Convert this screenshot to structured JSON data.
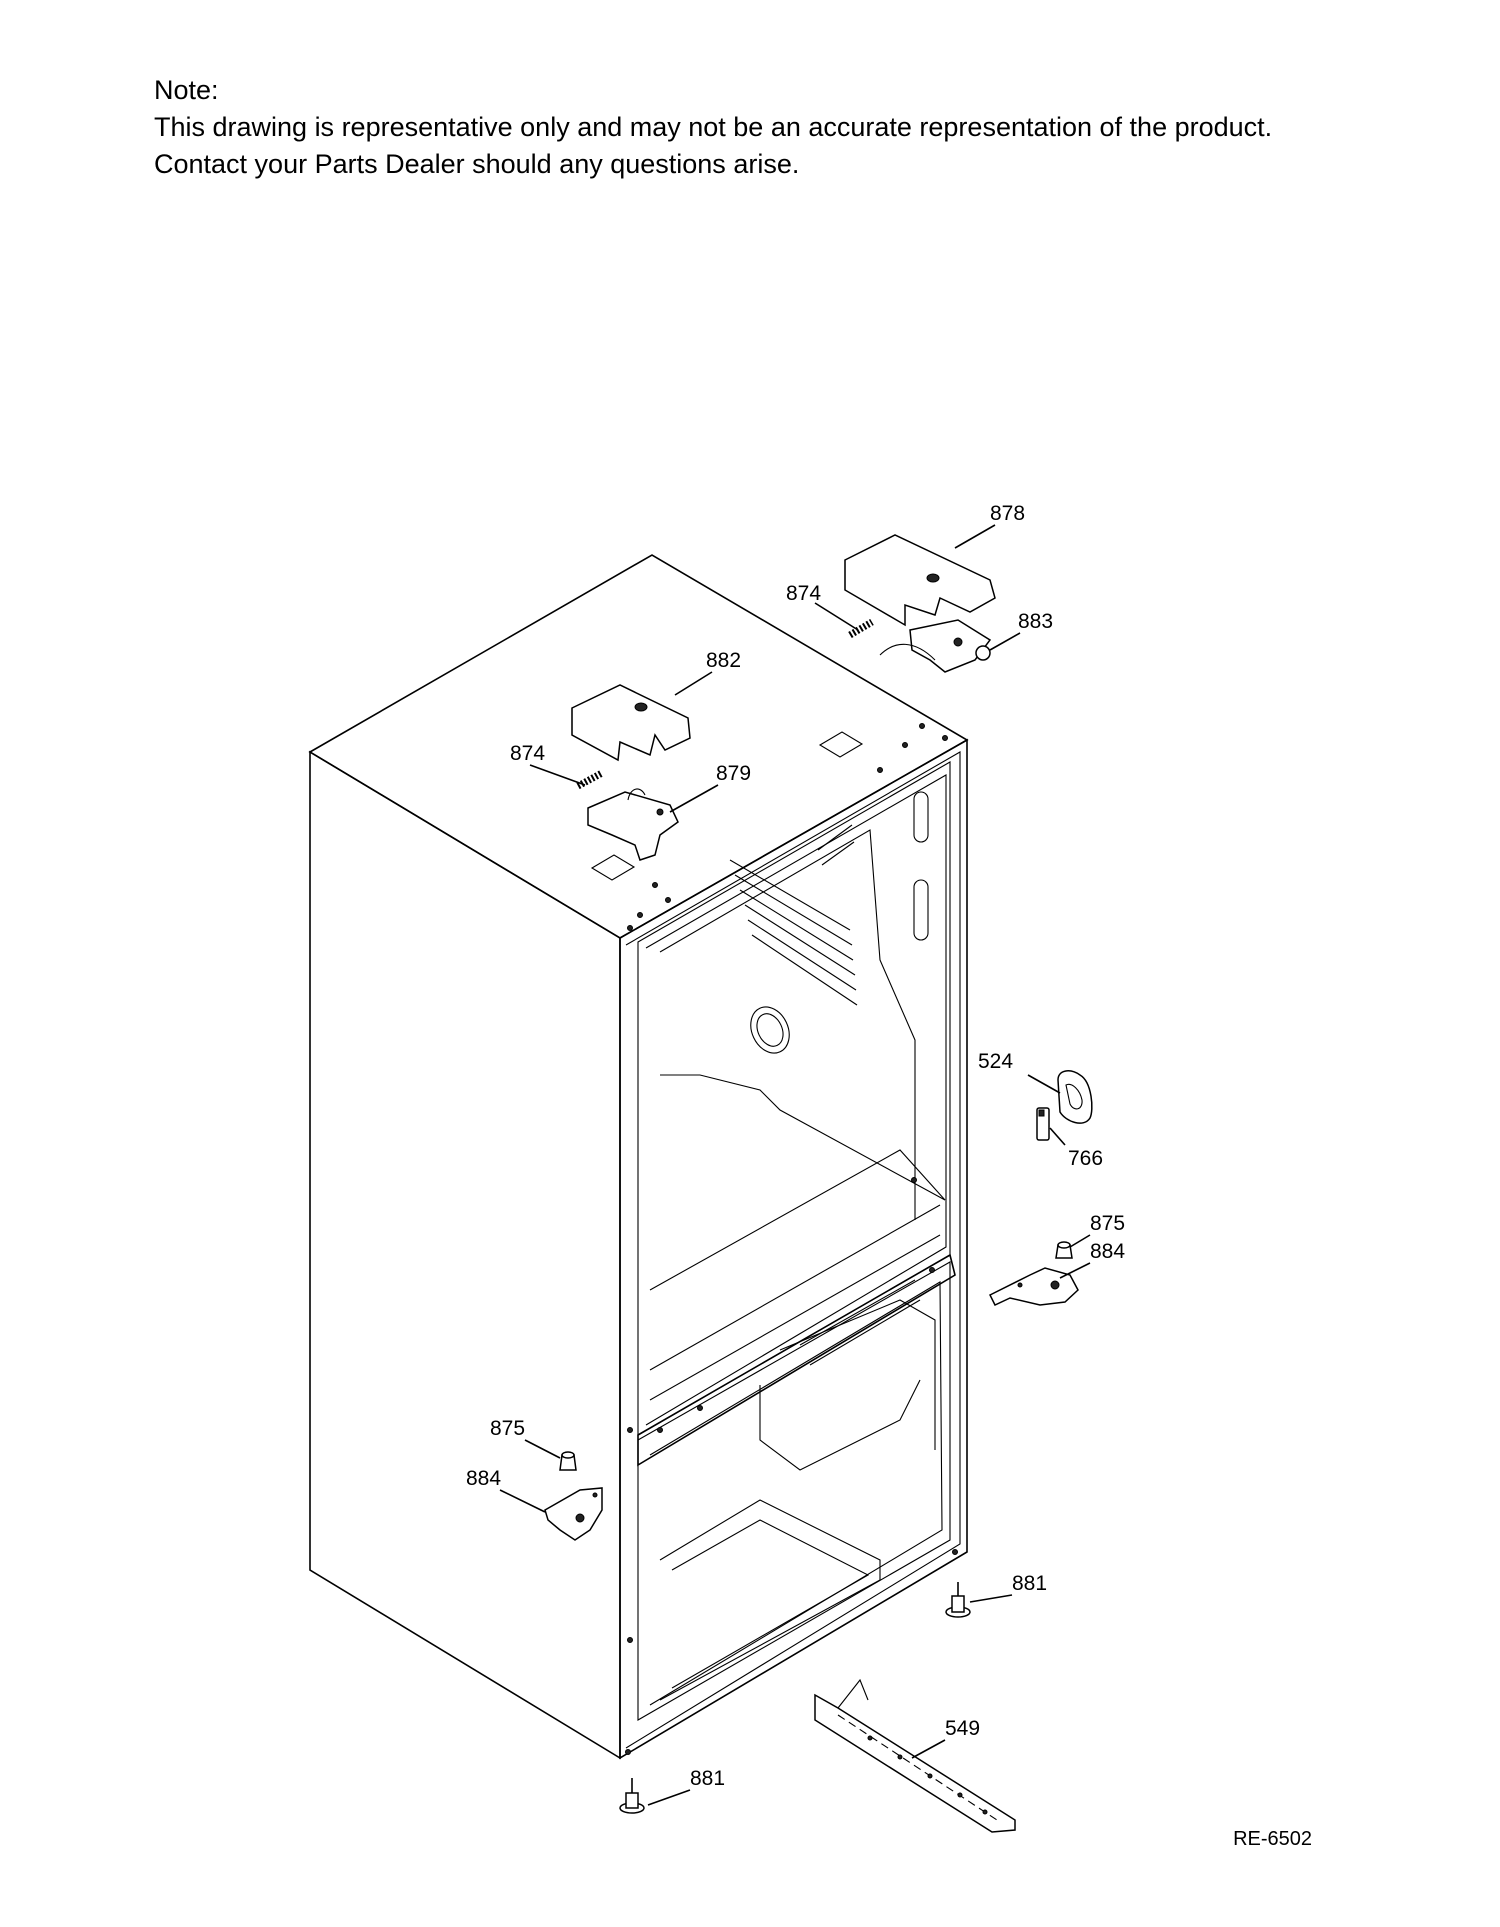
{
  "note": {
    "heading": "Note:",
    "line1": "This drawing is representative only and may not be an accurate representation of the product.",
    "line2": "Contact your Parts Dealer should any questions arise."
  },
  "callouts": {
    "c878": "878",
    "c874_top": "874",
    "c883": "883",
    "c882": "882",
    "c874_left": "874",
    "c879": "879",
    "c524": "524",
    "c766": "766",
    "c875_right": "875",
    "c884_right": "884",
    "c875_left": "875",
    "c884_left": "884",
    "c881_right": "881",
    "c549": "549",
    "c881_bottom": "881"
  },
  "reference_code": "RE-6502"
}
